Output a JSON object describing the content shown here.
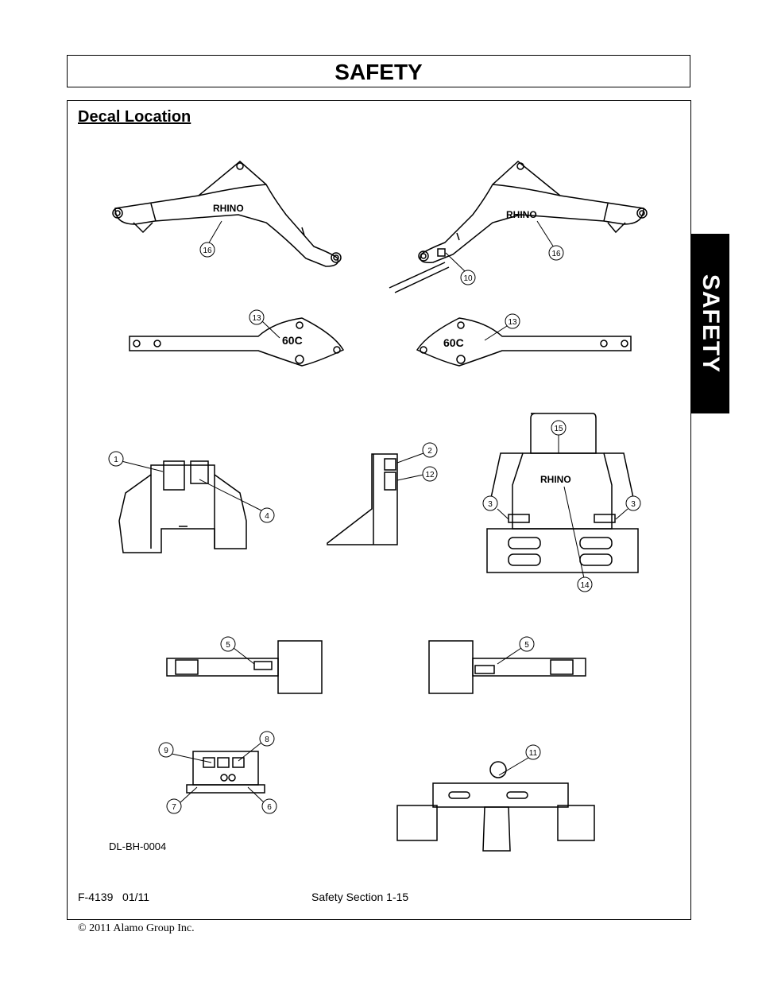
{
  "header": {
    "title": "SAFETY"
  },
  "section": {
    "title": "Decal Location"
  },
  "side_tab": {
    "label": "SAFETY"
  },
  "figure": {
    "drawing_code": "DL-BH-0004",
    "decal_texts": {
      "brand": "RHINO",
      "model": "60C"
    },
    "callouts": [
      "16",
      "16",
      "10",
      "13",
      "13",
      "1",
      "4",
      "2",
      "12",
      "15",
      "3",
      "3",
      "14",
      "5",
      "5",
      "9",
      "8",
      "7",
      "6",
      "11"
    ]
  },
  "footer": {
    "doc_code": "F-4139   01/11",
    "section_label": "Safety Section 1-15",
    "copyright": "© 2011 Alamo Group Inc."
  }
}
